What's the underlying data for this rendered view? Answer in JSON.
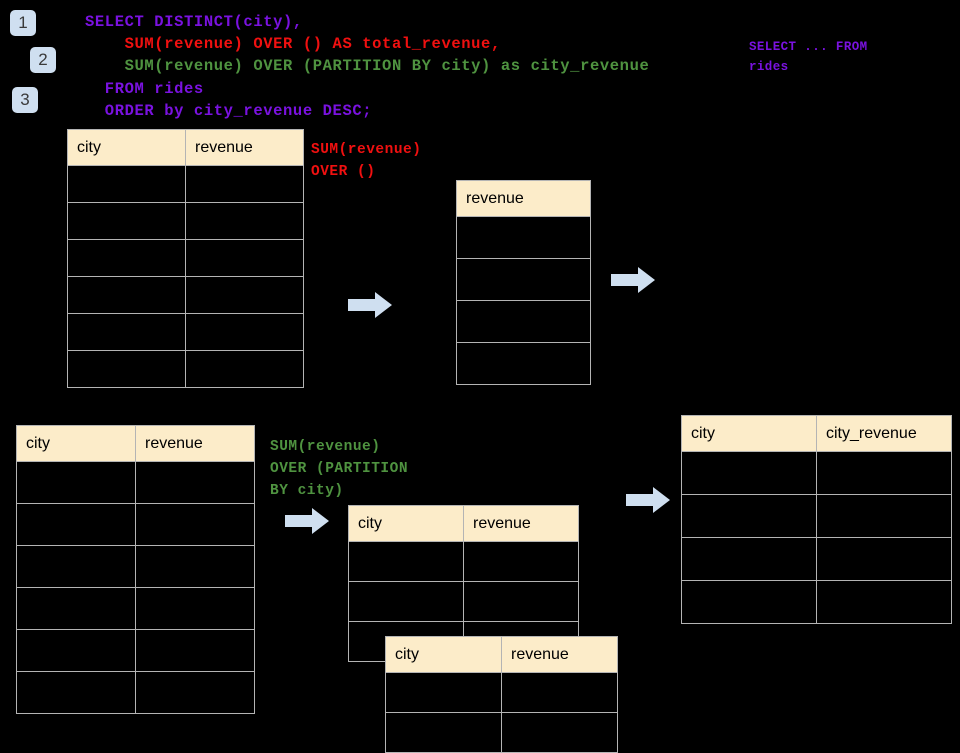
{
  "background_color": "#000000",
  "colors": {
    "badge_bg": "#cfdff0",
    "badge_text": "#3a3a3a",
    "arrow": "#cfdff0",
    "table_header_bg": "#fcecc9",
    "table_border": "#b4b4b4",
    "sql_purple": "#7a12e0",
    "sql_red": "#f01010",
    "sql_green": "#4f9340"
  },
  "badges": [
    {
      "label": "1"
    },
    {
      "label": "2"
    },
    {
      "label": "3"
    }
  ],
  "sql": {
    "lines": [
      {
        "text": "SELECT DISTINCT(city),",
        "color": "purple"
      },
      {
        "text": "    SUM(revenue) OVER () AS total_revenue,",
        "color": "red"
      },
      {
        "text": "    SUM(revenue) OVER (PARTITION BY city) as city_revenue",
        "color": "green"
      },
      {
        "text": "  FROM rides",
        "color": "purple"
      },
      {
        "text": "  ORDER by city_revenue DESC;",
        "color": "purple"
      }
    ]
  },
  "annotations": {
    "select_from_rides": "SELECT ... FROM\nrides",
    "sum_over_empty": "SUM(revenue)\nOVER ()",
    "sum_over_partition": "SUM(revenue)\nOVER (PARTITION\nBY city)"
  },
  "tables": {
    "source_top": {
      "name": "rides-source-table",
      "headers": [
        "city",
        "revenue"
      ],
      "row_count": 6
    },
    "total_revenue": {
      "name": "total-revenue-table",
      "headers": [
        "revenue"
      ],
      "row_count": 4
    },
    "source_bottom": {
      "name": "rides-source-table-partitioned",
      "headers": [
        "city",
        "revenue"
      ],
      "row_count": 6
    },
    "partition_back": {
      "name": "partition-group-table-back",
      "headers": [
        "city",
        "revenue"
      ],
      "row_count": 3
    },
    "partition_front": {
      "name": "partition-group-table-front",
      "headers": [
        "city",
        "revenue"
      ],
      "row_count": 2
    },
    "result": {
      "name": "result-table",
      "headers": [
        "city",
        "city_revenue"
      ],
      "row_count": 4
    }
  },
  "arrows": [
    {
      "name": "arrow-source-to-total"
    },
    {
      "name": "arrow-total-to-result"
    },
    {
      "name": "arrow-source-to-partition"
    },
    {
      "name": "arrow-partition-to-result"
    }
  ]
}
